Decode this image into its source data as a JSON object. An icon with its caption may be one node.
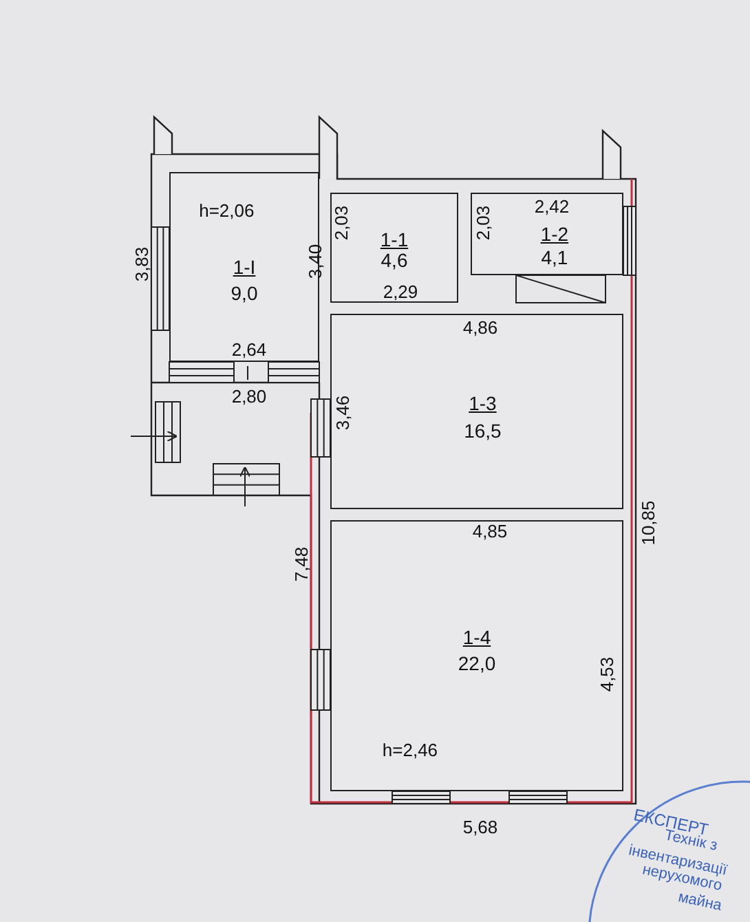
{
  "diagram": {
    "nodes": [
      {
        "text": [
          "h=2,06",
          "1-I",
          "9,0"
        ]
      },
      {
        "text": [
          "1-1",
          "4,6"
        ]
      },
      {
        "text": [
          "1-2",
          "4,1"
        ]
      },
      {
        "text": [
          "1-3",
          "16,5"
        ]
      },
      {
        "text": [
          "1-4",
          "22,0",
          "h=2,46"
        ]
      }
    ],
    "labels": [
      "3,83",
      "3,40",
      "2,03",
      "2,03",
      "2,42",
      "2,29",
      "4,86",
      "2,64",
      "2,80",
      "3,46",
      "4,85",
      "10,85",
      "7,48",
      "4,53",
      "5,68",
      "ЕКСПЕРТ",
      "Технік з",
      "інвентаризації",
      "нерухомого",
      "майна"
    ]
  }
}
